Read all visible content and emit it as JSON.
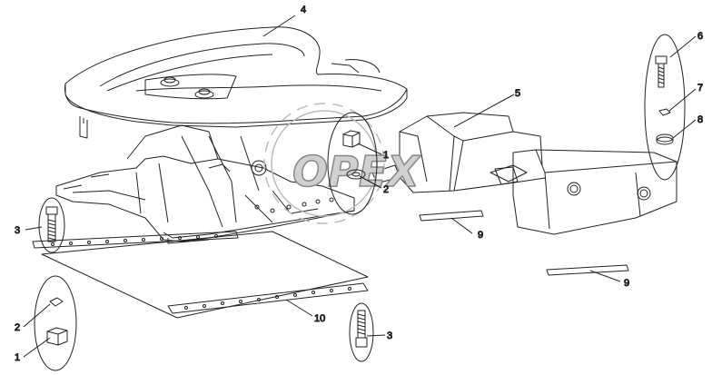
{
  "watermark": {
    "text": "OPEX"
  },
  "callouts": [
    {
      "id": "c4",
      "label": "4"
    },
    {
      "id": "c6",
      "label": "6"
    },
    {
      "id": "c5",
      "label": "5"
    },
    {
      "id": "c7",
      "label": "7"
    },
    {
      "id": "c8",
      "label": "8"
    },
    {
      "id": "c1a",
      "label": "1"
    },
    {
      "id": "c2a",
      "label": "2"
    },
    {
      "id": "c3a",
      "label": "3"
    },
    {
      "id": "c9a",
      "label": "9"
    },
    {
      "id": "c9b",
      "label": "9"
    },
    {
      "id": "c10",
      "label": "10"
    },
    {
      "id": "c2b",
      "label": "2"
    },
    {
      "id": "c1b",
      "label": "1"
    },
    {
      "id": "c3b",
      "label": "3"
    }
  ],
  "colors": {
    "line": "#222222",
    "watermark": "#c8c8c8"
  }
}
